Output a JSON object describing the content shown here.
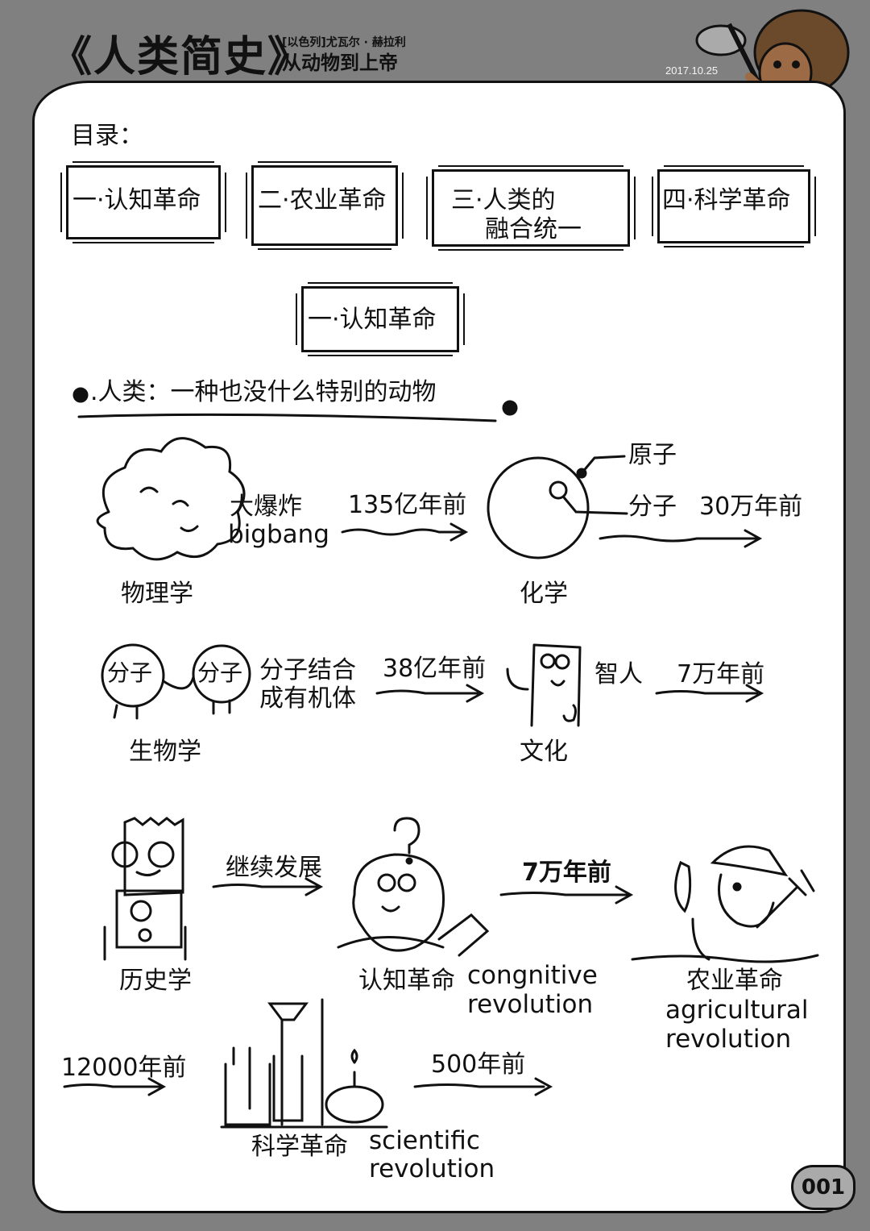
{
  "header": {
    "title": "《人类简史》",
    "author": "[以色列]尤瓦尔 · 赫拉利",
    "subtitle": "从动物到上帝",
    "date": "2017.10.25"
  },
  "toc": {
    "label": "目录：",
    "items": [
      "一·认知革命",
      "二·农业革命",
      "三·人类的",
      "融合统一",
      "四·科学革命"
    ]
  },
  "section": {
    "title": "一·认知革命",
    "point": ".人类：一种也没什么特别的动物"
  },
  "flow": {
    "bigbang_cn": "大爆炸",
    "bigbang_en": "bigbang",
    "t1": "135亿年前",
    "atom": "原子",
    "molecule": "分子",
    "t2": "30万年前",
    "physics": "物理学",
    "chemistry": "化学",
    "molecule_a": "分子",
    "molecule_b": "分子",
    "organism_1": "分子结合",
    "organism_2": "成有机体",
    "t3": "38亿年前",
    "sapiens": "智人",
    "t4": "7万年前",
    "biology": "生物学",
    "culture": "文化",
    "continue": "继续发展",
    "t5": "7万年前",
    "history": "历史学",
    "cognitive_cn": "认知革命",
    "cognitive_en1": "congnitive",
    "cognitive_en2": "revolution",
    "agri_cn": "农业革命",
    "agri_en1": "agricultural",
    "agri_en2": "revolution",
    "t6": "12000年前",
    "t7": "500年前",
    "sci_cn": "科学革命",
    "sci_en1": "scientific",
    "sci_en2": "revolution"
  },
  "page_number": "001"
}
